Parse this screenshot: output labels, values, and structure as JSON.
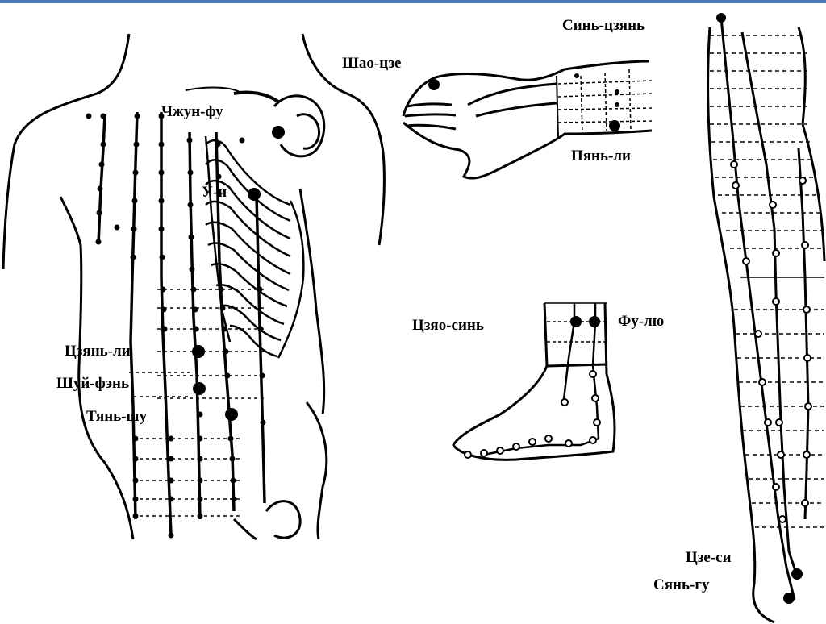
{
  "accent_bar_color": "#4a78b8",
  "labels": {
    "zhong_fu": "Чжун-фу",
    "u_i": "У-и",
    "jian_li": "Цзянь-ли",
    "shui_fen": "Шуй-фэнь",
    "tian_shu": "Тянь-шу",
    "shao_ze": "Шао-цзе",
    "pian_li": "Пянь-ли",
    "jiao_xin": "Цзяо-синь",
    "fu_liu": "Фу-лю",
    "xin_jian": "Синь-цзянь",
    "jie_xi": "Цзе-си",
    "xian_gu": "Сянь-гу"
  }
}
